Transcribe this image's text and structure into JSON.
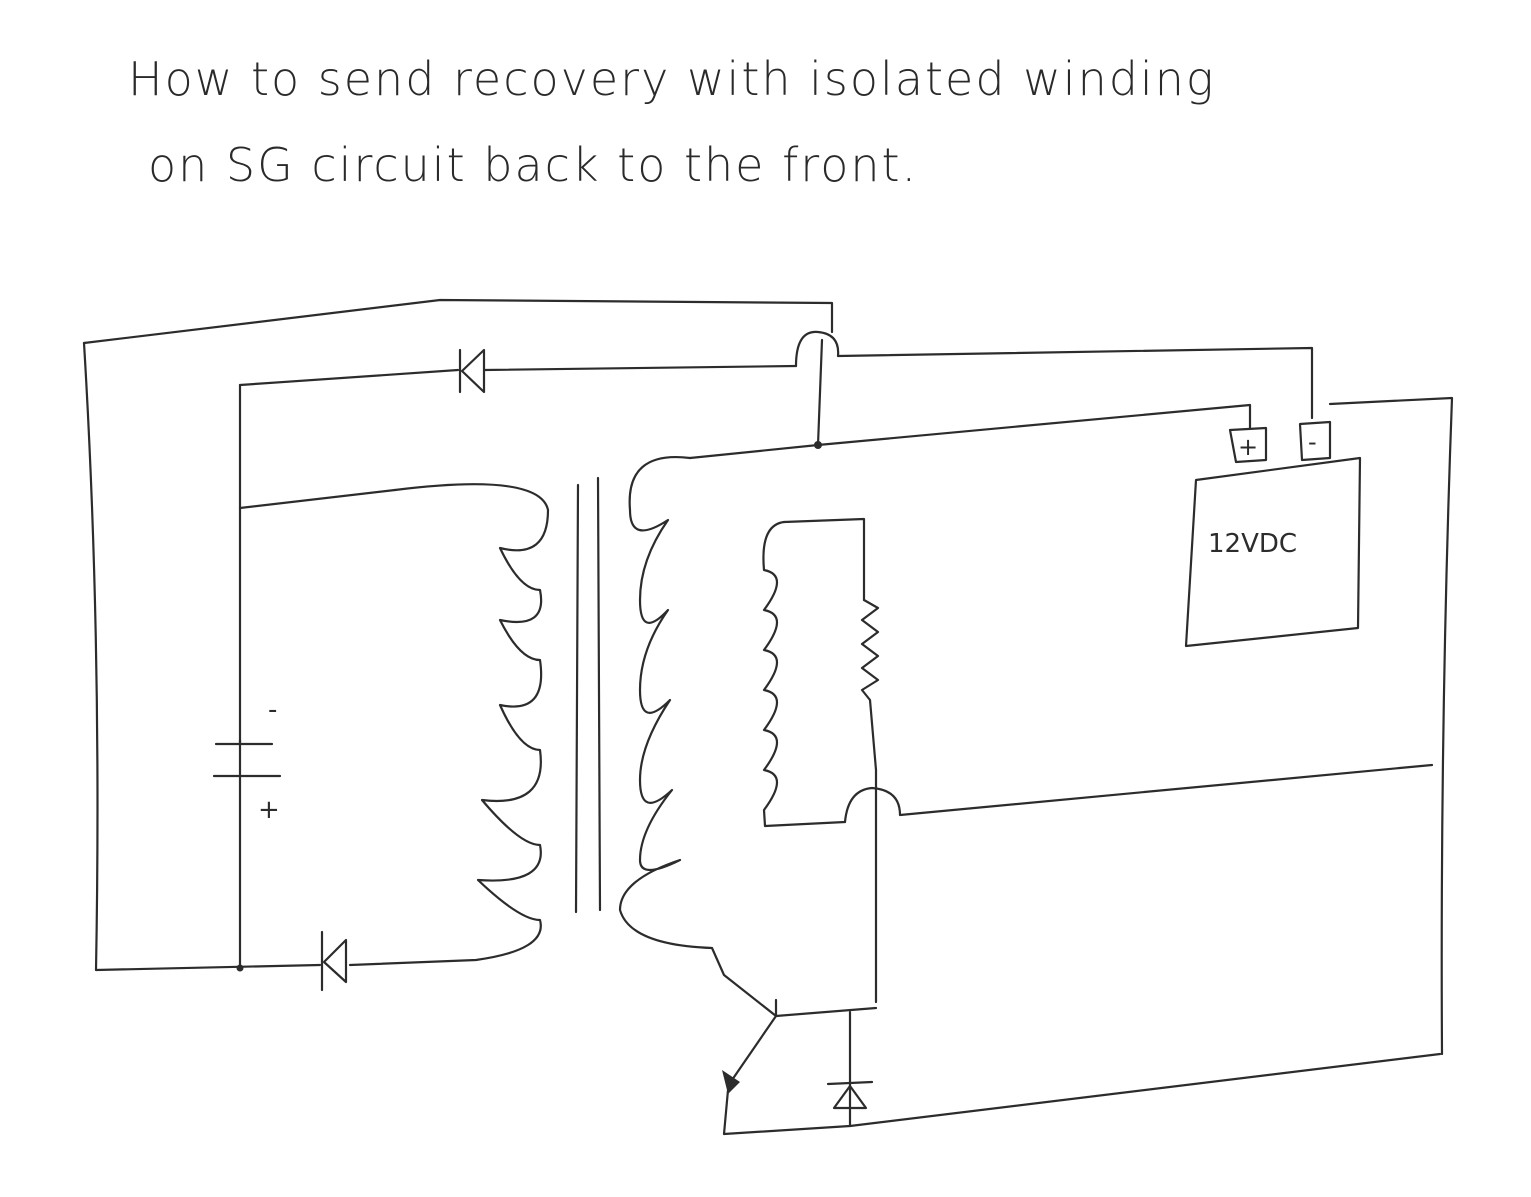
{
  "title": {
    "line1": "How to send recovery with isolated winding",
    "line2": "on SG circuit back to the front."
  },
  "diagram": {
    "run_battery_label": "12VDC",
    "run_battery_plus": "+",
    "run_battery_minus": "-",
    "primary_battery_plus": "+",
    "primary_battery_minus": "-"
  }
}
